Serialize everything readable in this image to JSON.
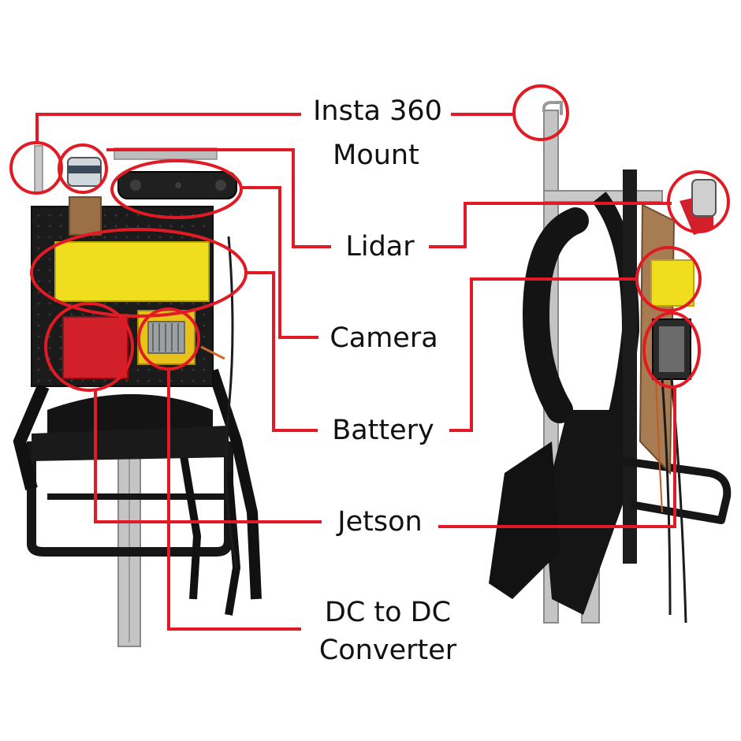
{
  "labels": {
    "insta_line1": "Insta 360",
    "insta_line2": "Mount",
    "lidar": "Lidar",
    "camera": "Camera",
    "battery": "Battery",
    "jetson": "Jetson",
    "dcdc_line1": "DC to DC",
    "dcdc_line2": "Converter"
  },
  "colors": {
    "callout": "#e01b24",
    "battery_yellow": "#f0dd1e",
    "jetson_red": "#d2202a",
    "frame_black": "#161616",
    "aluminium": "#bdbdbd"
  }
}
